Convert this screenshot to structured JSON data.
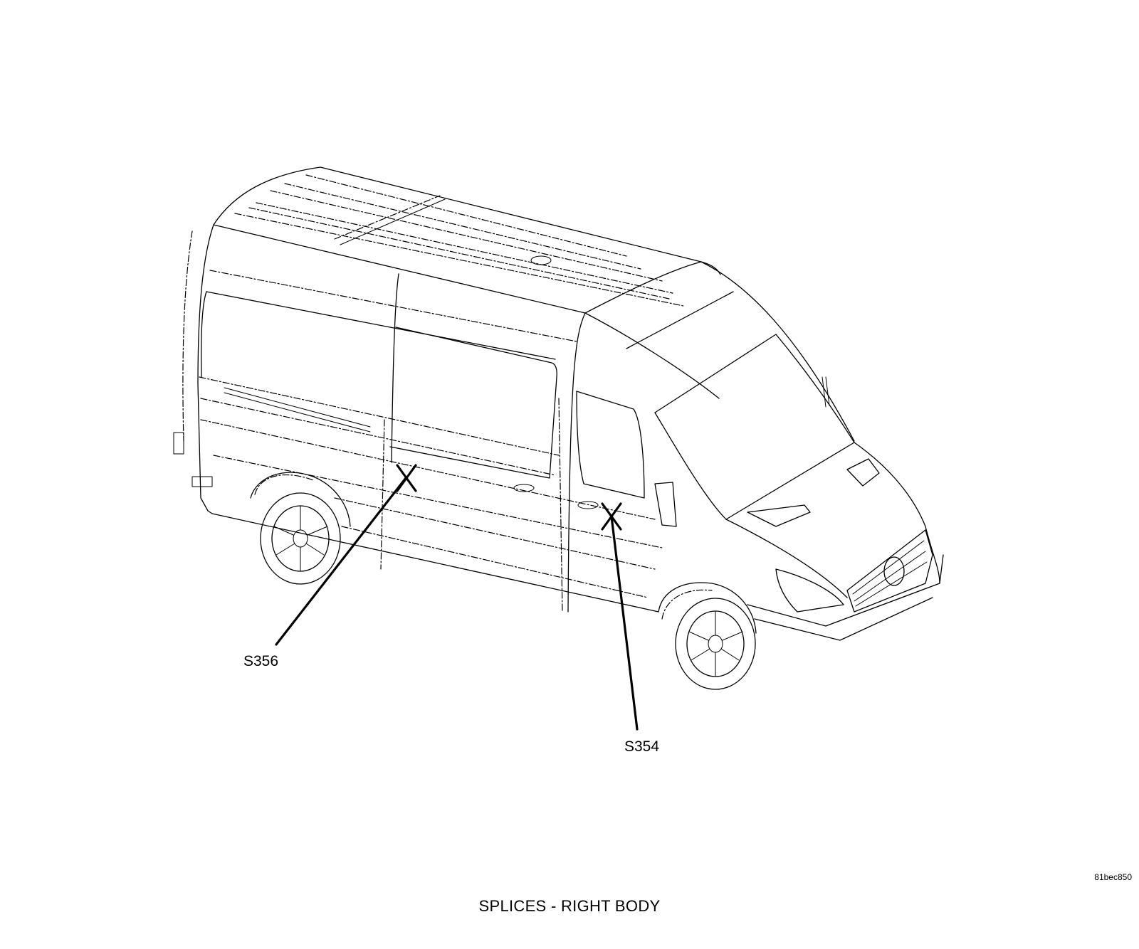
{
  "title": "SPLICES - RIGHT BODY",
  "figure_id": "81bec850",
  "callouts": [
    {
      "id": "s356",
      "label": "S356"
    },
    {
      "id": "s354",
      "label": "S354"
    }
  ],
  "colors": {
    "line": "#000000",
    "background": "#ffffff"
  }
}
